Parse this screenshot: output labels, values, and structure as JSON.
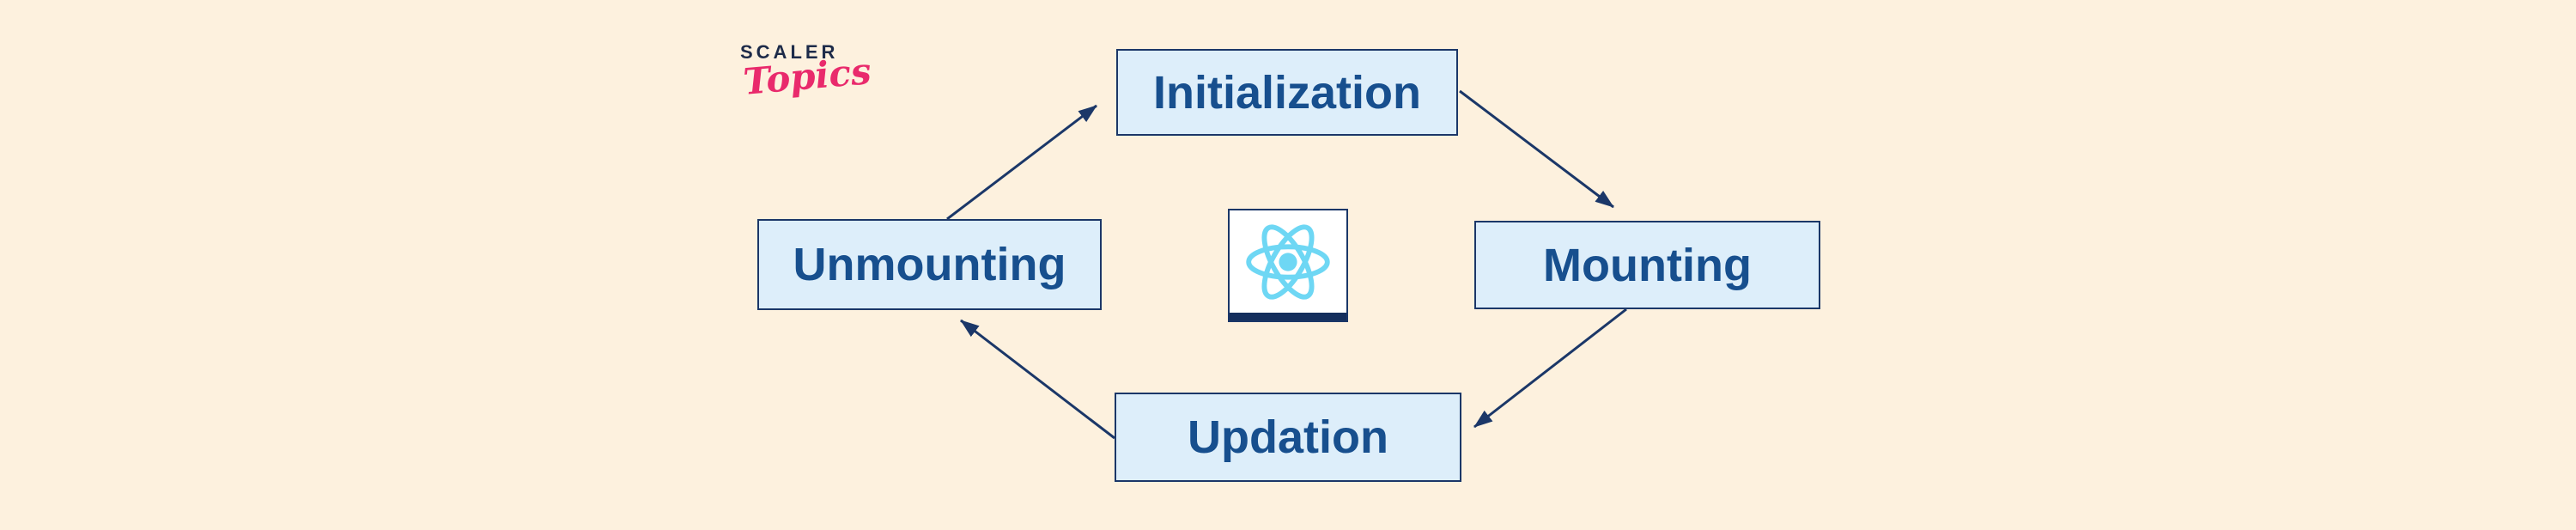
{
  "colors": {
    "background": "#fdf1de",
    "node_fill": "#ddeefa",
    "node_border": "#1b3768",
    "node_text": "#174f8e",
    "arrow": "#1b3768",
    "react_cyan": "#6ed7f4",
    "react_card_bar": "#142e5c",
    "card_bg": "#ffffff",
    "brand_navy": "#1d2b49",
    "brand_pink": "#e92a6c"
  },
  "brand": {
    "name_top": "SCALER",
    "name_bottom": "Topics"
  },
  "diagram": {
    "nodes": [
      {
        "id": "initialization",
        "label": "Initialization"
      },
      {
        "id": "mounting",
        "label": "Mounting"
      },
      {
        "id": "updation",
        "label": "Updation"
      },
      {
        "id": "unmounting",
        "label": "Unmounting"
      }
    ],
    "edges": [
      {
        "from": "unmounting",
        "to": "initialization"
      },
      {
        "from": "initialization",
        "to": "mounting"
      },
      {
        "from": "mounting",
        "to": "updation"
      },
      {
        "from": "updation",
        "to": "unmounting"
      }
    ],
    "center_icon": "react-logo"
  }
}
